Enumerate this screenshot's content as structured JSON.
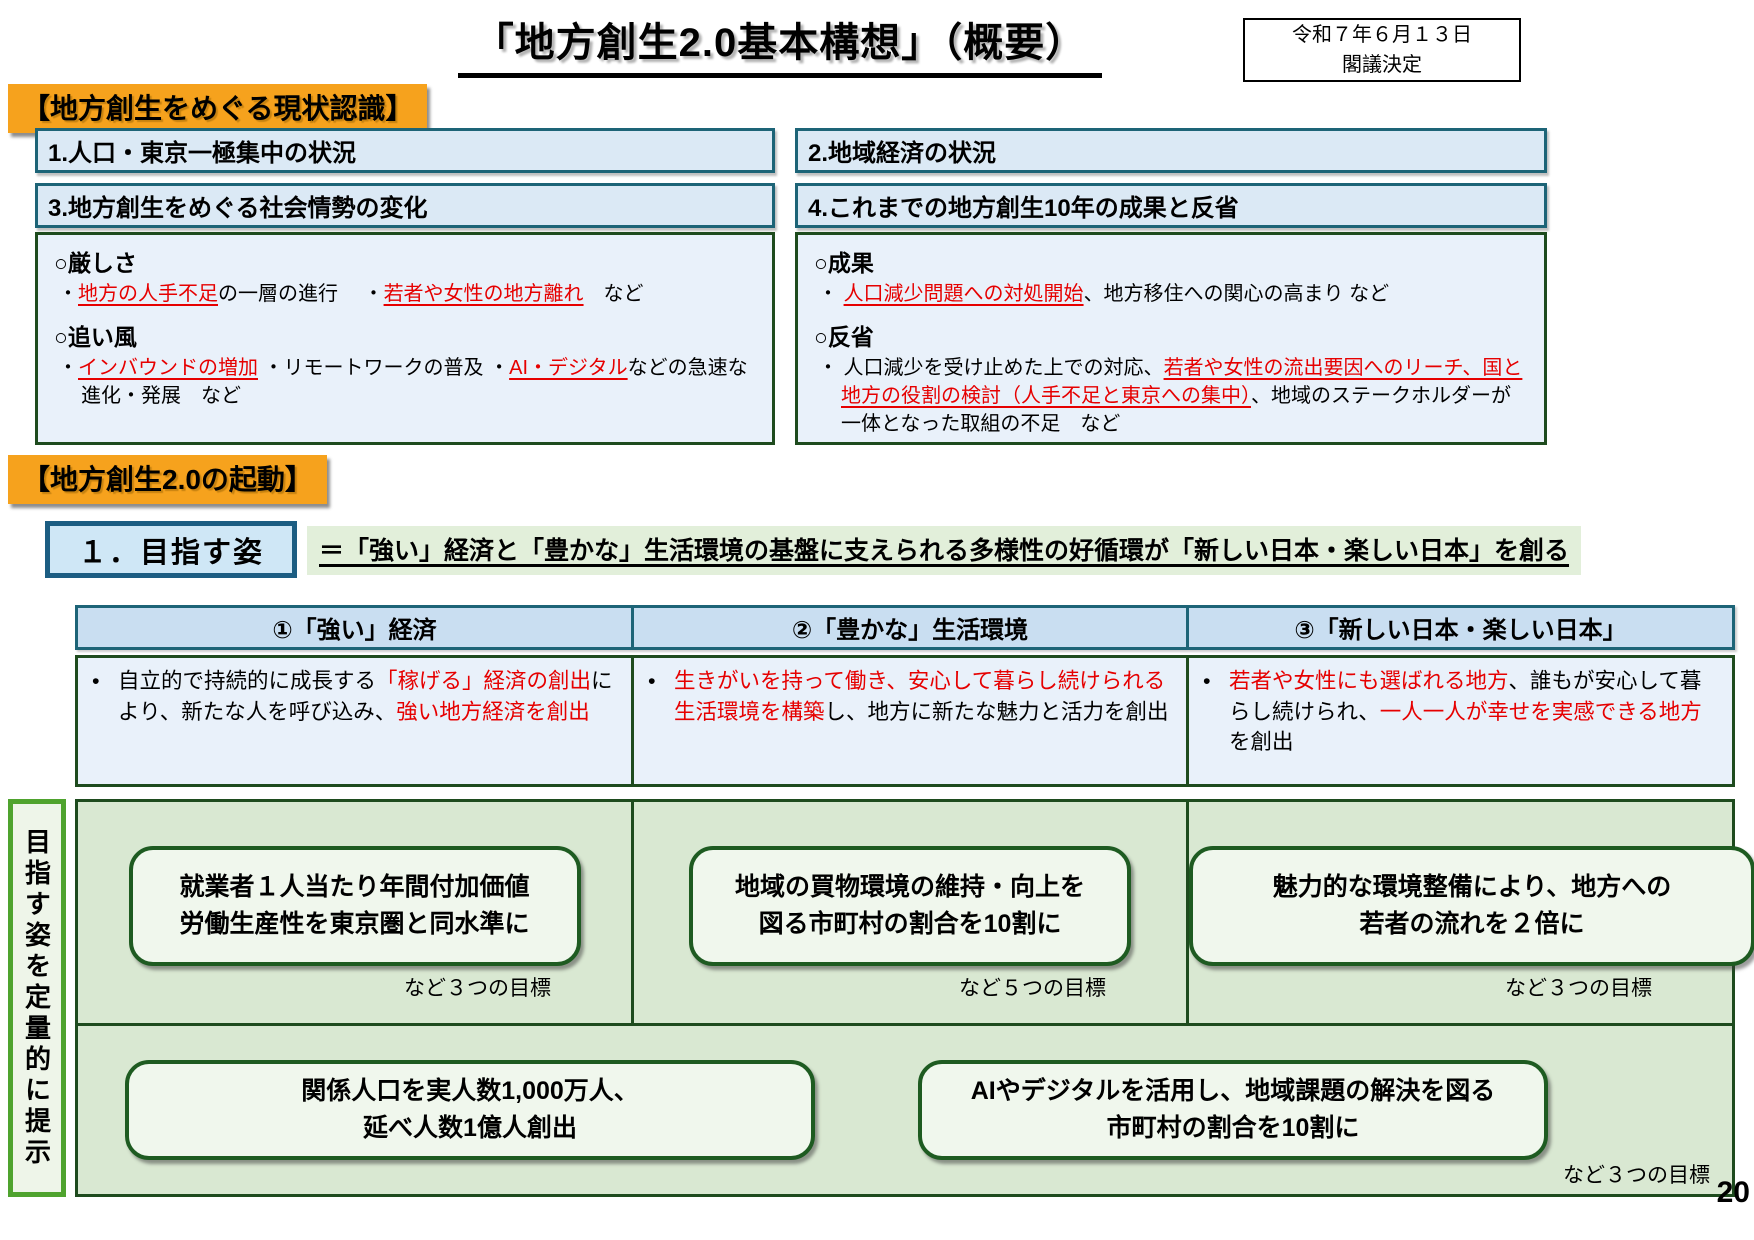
{
  "page": {
    "title": "「地方創生2.0基本構想」（概要）",
    "date_line1": "令和７年６月１３日",
    "date_line2": "閣議決定",
    "page_number": "20"
  },
  "colors": {
    "accent_orange": "#F6A21D",
    "header_blue_bg": "#DBE9F5",
    "table_header_bg": "#C9DEF1",
    "teal_border": "#1D6477",
    "green_border": "#1E4B1E",
    "green_area_bg": "#D9E8D2",
    "pill_bg": "#F0F7ED",
    "sidebar_green": "#4FA32E",
    "highlight_red": "#E60000",
    "statement_bg": "#E2EFDA"
  },
  "status": {
    "heading": "【地方創生をめぐる現状認識】",
    "box1_title": "1.人口・東京一極集中の状況",
    "box2_title": "2.地域経済の状況",
    "box3": {
      "title": "3.地方創生をめぐる社会情勢の変化",
      "h1": "○厳しさ",
      "l1": [
        {
          "t": "・"
        },
        {
          "t": "地方の人手不足",
          "red": true,
          "u": true
        },
        {
          "t": "の一層の進行　 ・"
        },
        {
          "t": "若者や女性の地方離れ",
          "red": true,
          "u": true
        },
        {
          "t": "　など"
        }
      ],
      "h2": "○追い風",
      "l2": [
        {
          "t": "・"
        },
        {
          "t": "インバウンドの増加",
          "red": true,
          "u": true
        },
        {
          "t": " ・リモートワークの普及 ・"
        },
        {
          "t": "AI・デジタル",
          "red": true,
          "u": true
        },
        {
          "t": "などの急速な進化・発展　など"
        }
      ]
    },
    "box4": {
      "title": "4.これまでの地方創生10年の成果と反省",
      "h1": "○成果",
      "l1": [
        {
          "t": "・ "
        },
        {
          "t": "人口減少問題への対処開始",
          "red": true,
          "u": true
        },
        {
          "t": "、地方移住への関心の高まり など"
        }
      ],
      "h2": "○反省",
      "l2": [
        {
          "t": "・ 人口減少を受け止めた上での対応、"
        },
        {
          "t": "若者や女性の流出要因へのリーチ、国と地方の役割の検討（人手不足と東京への集中）",
          "red": true,
          "u": true
        },
        {
          "t": "、地域のステークホルダーが一体となった取組の不足　など"
        }
      ]
    }
  },
  "launch": {
    "heading": "【地方創生2.0の起動】",
    "item_label": "１．目指す姿",
    "statement": "＝「強い」経済と「豊かな」生活環境の基盤に支えられる多様性の好循環が「新しい日本・楽しい日本」を創る",
    "sidebar_label": "目指す姿を定量的に提示",
    "columns": [
      {
        "header": "①「強い」経済",
        "bullet": "•",
        "body": [
          {
            "t": "自立的で持続的に成長する"
          },
          {
            "t": "「稼げる」経済の創出",
            "red": true
          },
          {
            "t": "により、新たな人を呼び込み、"
          },
          {
            "t": "強い地方経済を創出",
            "red": true
          }
        ],
        "goal": "就業者１人当たり年間付加価値\n労働生産性を東京圏と同水準に",
        "goal_note": "など３つの目標"
      },
      {
        "header": "②「豊かな」生活環境",
        "bullet": "•",
        "body": [
          {
            "t": "生きがいを持って働き、安心して暮らし続けられる生活環境を構築",
            "red": true
          },
          {
            "t": "し、地方に新たな魅力と活力を創出"
          }
        ],
        "goal": "地域の買物環境の維持・向上を\n図る市町村の割合を10割に",
        "goal_note": "など５つの目標"
      },
      {
        "header": "③「新しい日本・楽しい日本」",
        "bullet": "•",
        "body": [
          {
            "t": "若者や女性にも選ばれる地方",
            "red": true
          },
          {
            "t": "、誰もが安心して暮らし続けられ、"
          },
          {
            "t": "一人一人が幸せを実感できる地方",
            "red": true
          },
          {
            "t": "を創出"
          }
        ],
        "goal": "魅力的な環境整備により、地方への\n若者の流れを２倍に",
        "goal_note": "など３つの目標"
      }
    ],
    "bottom_goals": [
      {
        "text": "関係人口を実人数1,000万人、\n延べ人数1億人創出"
      },
      {
        "text": "AIやデジタルを活用し、地域課題の解決を図る\n市町村の割合を10割に"
      }
    ],
    "bottom_note": "など３つの目標"
  }
}
